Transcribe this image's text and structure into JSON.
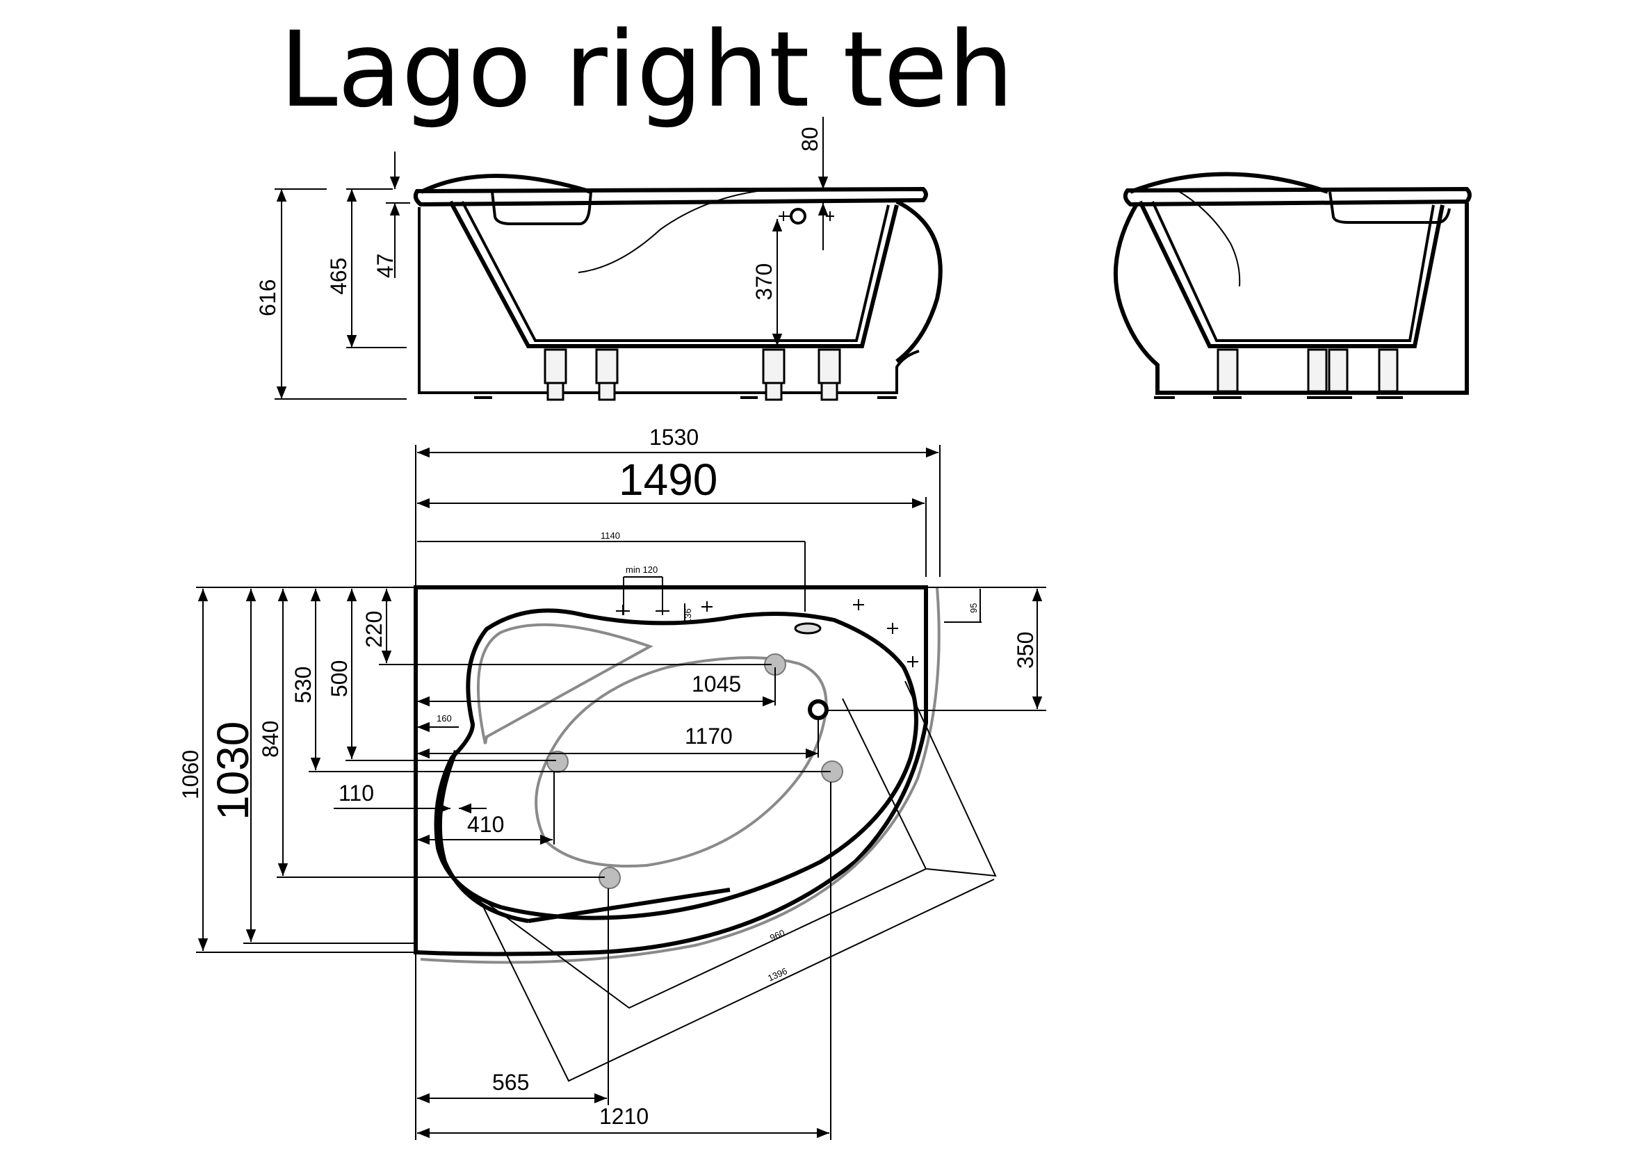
{
  "title": "Lago right teh",
  "views": {
    "front": {
      "dims": {
        "total_height": "616",
        "inner_depth": "465",
        "rim": "47",
        "overflow_drop": "370",
        "overflow_top": "80"
      }
    }
  },
  "plan": {
    "dims": {
      "width_outer": "1530",
      "width": "1490",
      "faucet_x": "1140",
      "faucet_gap": "min 120",
      "faucet_y": "136",
      "side_offset": "95",
      "right_depth": "350",
      "height_outer": "1060",
      "height": "1030",
      "drain_y": "840",
      "jet_y_530": "530",
      "jet_y_500": "500",
      "top_220": "220",
      "jet_x_1045": "1045",
      "left_160": "160",
      "jet_x_1170": "1170",
      "left_110": "110",
      "left_410": "410",
      "diag_960": "960",
      "diag_1396": "1396",
      "bottom_565": "565",
      "bottom_1210": "1210"
    }
  }
}
